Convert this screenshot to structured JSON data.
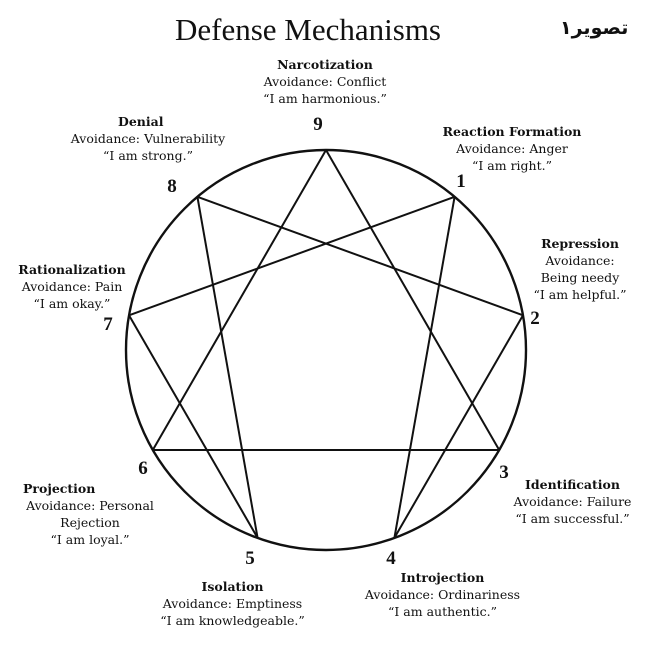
{
  "title": "Defense Mechanisms",
  "caption": "تصویر۱",
  "points": [
    {
      "number": "1",
      "name": "Reaction Formation",
      "lines": [
        "Avoidance: Anger",
        "“I am right.”"
      ]
    },
    {
      "number": "2",
      "name": "Repression",
      "lines": [
        "Avoidance:",
        "Being needy",
        "“I am helpful.”"
      ]
    },
    {
      "number": "3",
      "name": "Identification",
      "lines": [
        "Avoidance: Failure",
        "“I am successful.”"
      ]
    },
    {
      "number": "4",
      "name": "Introjection",
      "lines": [
        "Avoidance:  Ordinariness",
        "“I am authentic.”"
      ]
    },
    {
      "number": "5",
      "name": "Isolation",
      "lines": [
        "Avoidance: Emptiness",
        "“I am knowledgeable.”"
      ]
    },
    {
      "number": "6",
      "name": "Projection",
      "lines": [
        "Avoidance: Personal",
        "Rejection",
        "“I am loyal.”"
      ]
    },
    {
      "number": "7",
      "name": "Rationalization",
      "lines": [
        "Avoidance: Pain",
        "“I am okay.”"
      ]
    },
    {
      "number": "8",
      "name": "Denial",
      "lines": [
        "Avoidance: Vulnerability",
        "“I am strong.”"
      ]
    },
    {
      "number": "9",
      "name": "Narcotization",
      "lines": [
        "Avoidance: Conflict",
        "“I am harmonious.”"
      ]
    }
  ]
}
